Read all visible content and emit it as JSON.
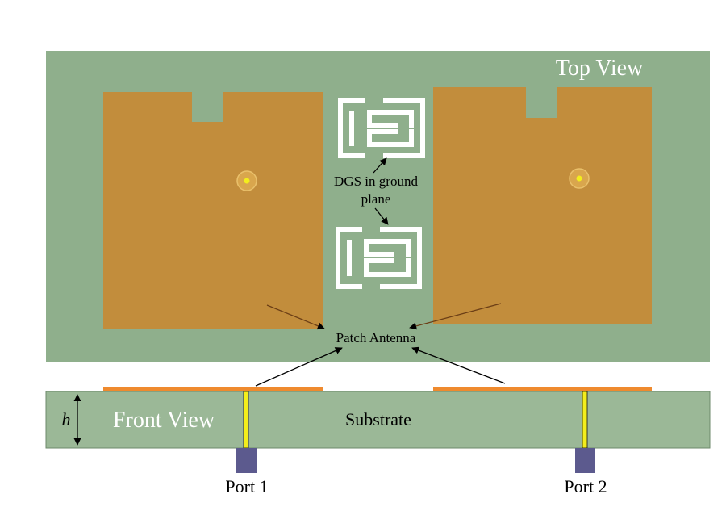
{
  "labels": {
    "top_view": "Top View",
    "front_view": "Front View",
    "substrate": "Substrate",
    "height": "h",
    "dgs_line1": "DGS in ground",
    "dgs_line2": "plane",
    "patch_antenna": "Patch Antenna",
    "port1": "Port 1",
    "port2": "Port 2"
  },
  "colors": {
    "ground": "#8faf8c",
    "substrate": "#9bb897",
    "patch": "#c28d3c",
    "patch_front": "#ef8a2e",
    "feed": "#f3ee1c",
    "port": "#5c5a8e",
    "slot": "#ffffff"
  }
}
